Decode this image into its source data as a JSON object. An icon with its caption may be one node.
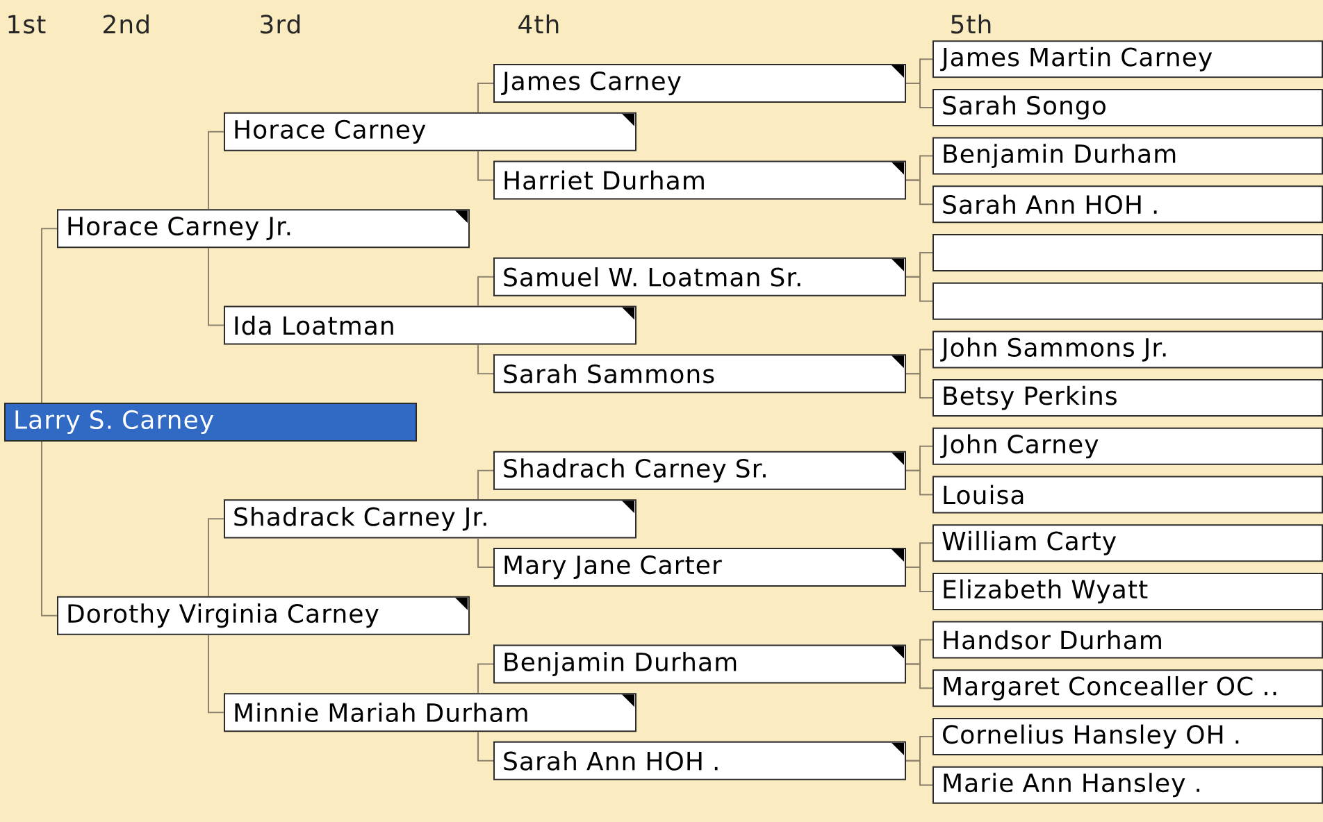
{
  "diagram": {
    "nodes": [
      {
        "text": [
          "Larry S. Carney"
        ]
      },
      {
        "text": [
          "Horace Carney Jr."
        ]
      },
      {
        "text": [
          "Dorothy Virginia Carney"
        ]
      },
      {
        "text": [
          "Horace Carney"
        ]
      },
      {
        "text": [
          "Ida Loatman"
        ]
      },
      {
        "text": [
          "Shadrack Carney Jr."
        ]
      },
      {
        "text": [
          "Minnie Mariah Durham"
        ]
      },
      {
        "text": [
          "James Carney"
        ]
      },
      {
        "text": [
          "Harriet Durham"
        ]
      },
      {
        "text": [
          "Samuel W. Loatman Sr."
        ]
      },
      {
        "text": [
          "Sarah Sammons"
        ]
      },
      {
        "text": [
          "Shadrach Carney Sr."
        ]
      },
      {
        "text": [
          "Mary Jane Carter"
        ]
      },
      {
        "text": [
          "Benjamin Durham"
        ]
      },
      {
        "text": [
          "Sarah Ann HOH ."
        ]
      },
      {
        "text": [
          "James Martin Carney"
        ]
      },
      {
        "text": [
          "Sarah Songo"
        ]
      },
      {
        "text": [
          "Benjamin Durham"
        ]
      },
      {
        "text": [
          "Sarah Ann HOH ."
        ]
      },
      {
        "text": [],
        "shape": "box"
      },
      {
        "text": [],
        "shape": "box"
      },
      {
        "text": [
          "John Sammons Jr."
        ]
      },
      {
        "text": [
          "Betsy Perkins"
        ]
      },
      {
        "text": [
          "John Carney"
        ]
      },
      {
        "text": [
          "Louisa"
        ]
      },
      {
        "text": [
          "William Carty"
        ]
      },
      {
        "text": [
          "Elizabeth Wyatt"
        ]
      },
      {
        "text": [
          "Handsor Durham"
        ]
      },
      {
        "text": [
          "Margaret Concealler OC .."
        ]
      },
      {
        "text": [
          "Cornelius Hansley OH ."
        ]
      },
      {
        "text": [
          "Marie Ann Hansley ."
        ]
      }
    ],
    "edges": [
      {
        "from": 0,
        "to": 1,
        "arrow": "none"
      },
      {
        "from": 0,
        "to": 2,
        "arrow": "none"
      },
      {
        "from": 1,
        "to": 3,
        "arrow": "none"
      },
      {
        "from": 1,
        "to": 4,
        "arrow": "none"
      },
      {
        "from": 2,
        "to": 5,
        "arrow": "none"
      },
      {
        "from": 2,
        "to": 6,
        "arrow": "none"
      },
      {
        "from": 3,
        "to": 7,
        "arrow": "none"
      },
      {
        "from": 3,
        "to": 8,
        "arrow": "none"
      },
      {
        "from": 4,
        "to": 9,
        "arrow": "none"
      },
      {
        "from": 4,
        "to": 10,
        "arrow": "none"
      },
      {
        "from": 5,
        "to": 11,
        "arrow": "none"
      },
      {
        "from": 5,
        "to": 12,
        "arrow": "none"
      },
      {
        "from": 6,
        "to": 13,
        "arrow": "none"
      },
      {
        "from": 6,
        "to": 14,
        "arrow": "none"
      },
      {
        "from": 7,
        "to": 15,
        "arrow": "none"
      },
      {
        "from": 7,
        "to": 16,
        "arrow": "none"
      },
      {
        "from": 8,
        "to": 17,
        "arrow": "none"
      },
      {
        "from": 8,
        "to": 18,
        "arrow": "none"
      },
      {
        "from": 9,
        "to": 19,
        "arrow": "none"
      },
      {
        "from": 9,
        "to": 20,
        "arrow": "none"
      },
      {
        "from": 10,
        "to": 21,
        "arrow": "none"
      },
      {
        "from": 10,
        "to": 22,
        "arrow": "none"
      },
      {
        "from": 11,
        "to": 23,
        "arrow": "none"
      },
      {
        "from": 11,
        "to": 24,
        "arrow": "none"
      },
      {
        "from": 12,
        "to": 25,
        "arrow": "none"
      },
      {
        "from": 12,
        "to": 26,
        "arrow": "none"
      },
      {
        "from": 13,
        "to": 27,
        "arrow": "none"
      },
      {
        "from": 13,
        "to": 28,
        "arrow": "none"
      },
      {
        "from": 14,
        "to": 29,
        "arrow": "none"
      },
      {
        "from": 14,
        "to": 30,
        "arrow": "none"
      }
    ],
    "labels": [
      "1st",
      "2nd",
      "3rd",
      "4th",
      "5th"
    ]
  }
}
